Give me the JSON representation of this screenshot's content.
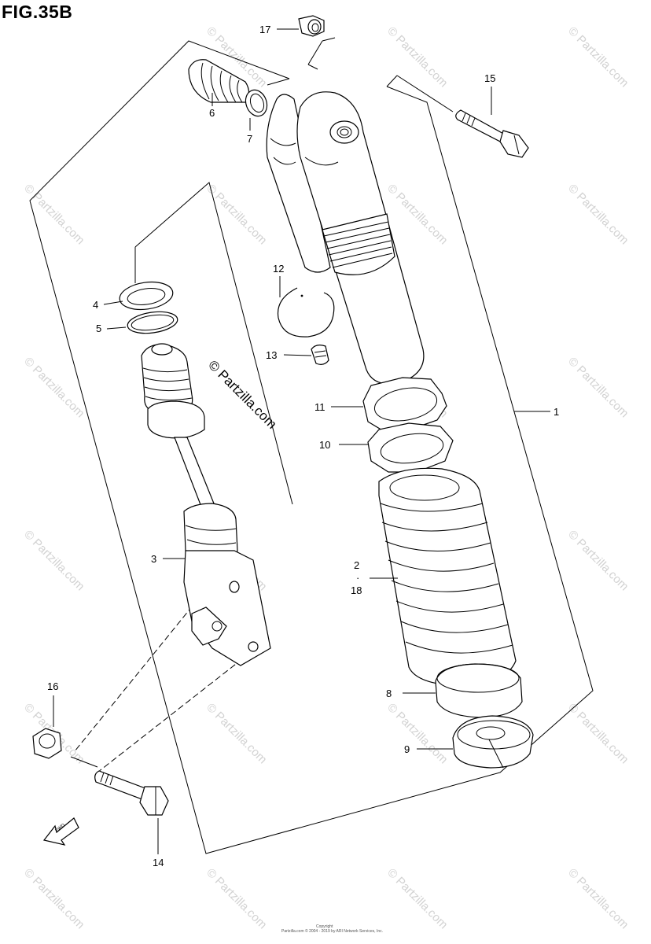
{
  "figure": {
    "title": "FIG.35B",
    "watermark": "© Partzilla.com",
    "center_watermark": "© Partzilla.com",
    "copyright_line1": "Copyright",
    "copyright_line2": "Partzilla.com © 2004 - 2019 by ARI Network Services, Inc.",
    "fwd_label": "FWD"
  },
  "callouts": [
    {
      "id": "c1",
      "label": "1"
    },
    {
      "id": "c2",
      "label": "2"
    },
    {
      "id": "c2dot",
      "label": "·"
    },
    {
      "id": "c18",
      "label": "18"
    },
    {
      "id": "c3",
      "label": "3"
    },
    {
      "id": "c4",
      "label": "4"
    },
    {
      "id": "c5",
      "label": "5"
    },
    {
      "id": "c6",
      "label": "6"
    },
    {
      "id": "c7",
      "label": "7"
    },
    {
      "id": "c8",
      "label": "8"
    },
    {
      "id": "c9",
      "label": "9"
    },
    {
      "id": "c10",
      "label": "10"
    },
    {
      "id": "c11",
      "label": "11"
    },
    {
      "id": "c12",
      "label": "12"
    },
    {
      "id": "c13",
      "label": "13"
    },
    {
      "id": "c14",
      "label": "14"
    },
    {
      "id": "c15",
      "label": "15"
    },
    {
      "id": "c16",
      "label": "16"
    },
    {
      "id": "c17",
      "label": "17"
    }
  ],
  "colors": {
    "line": "#000000",
    "background": "#ffffff",
    "watermark": "#d2d2d2"
  }
}
